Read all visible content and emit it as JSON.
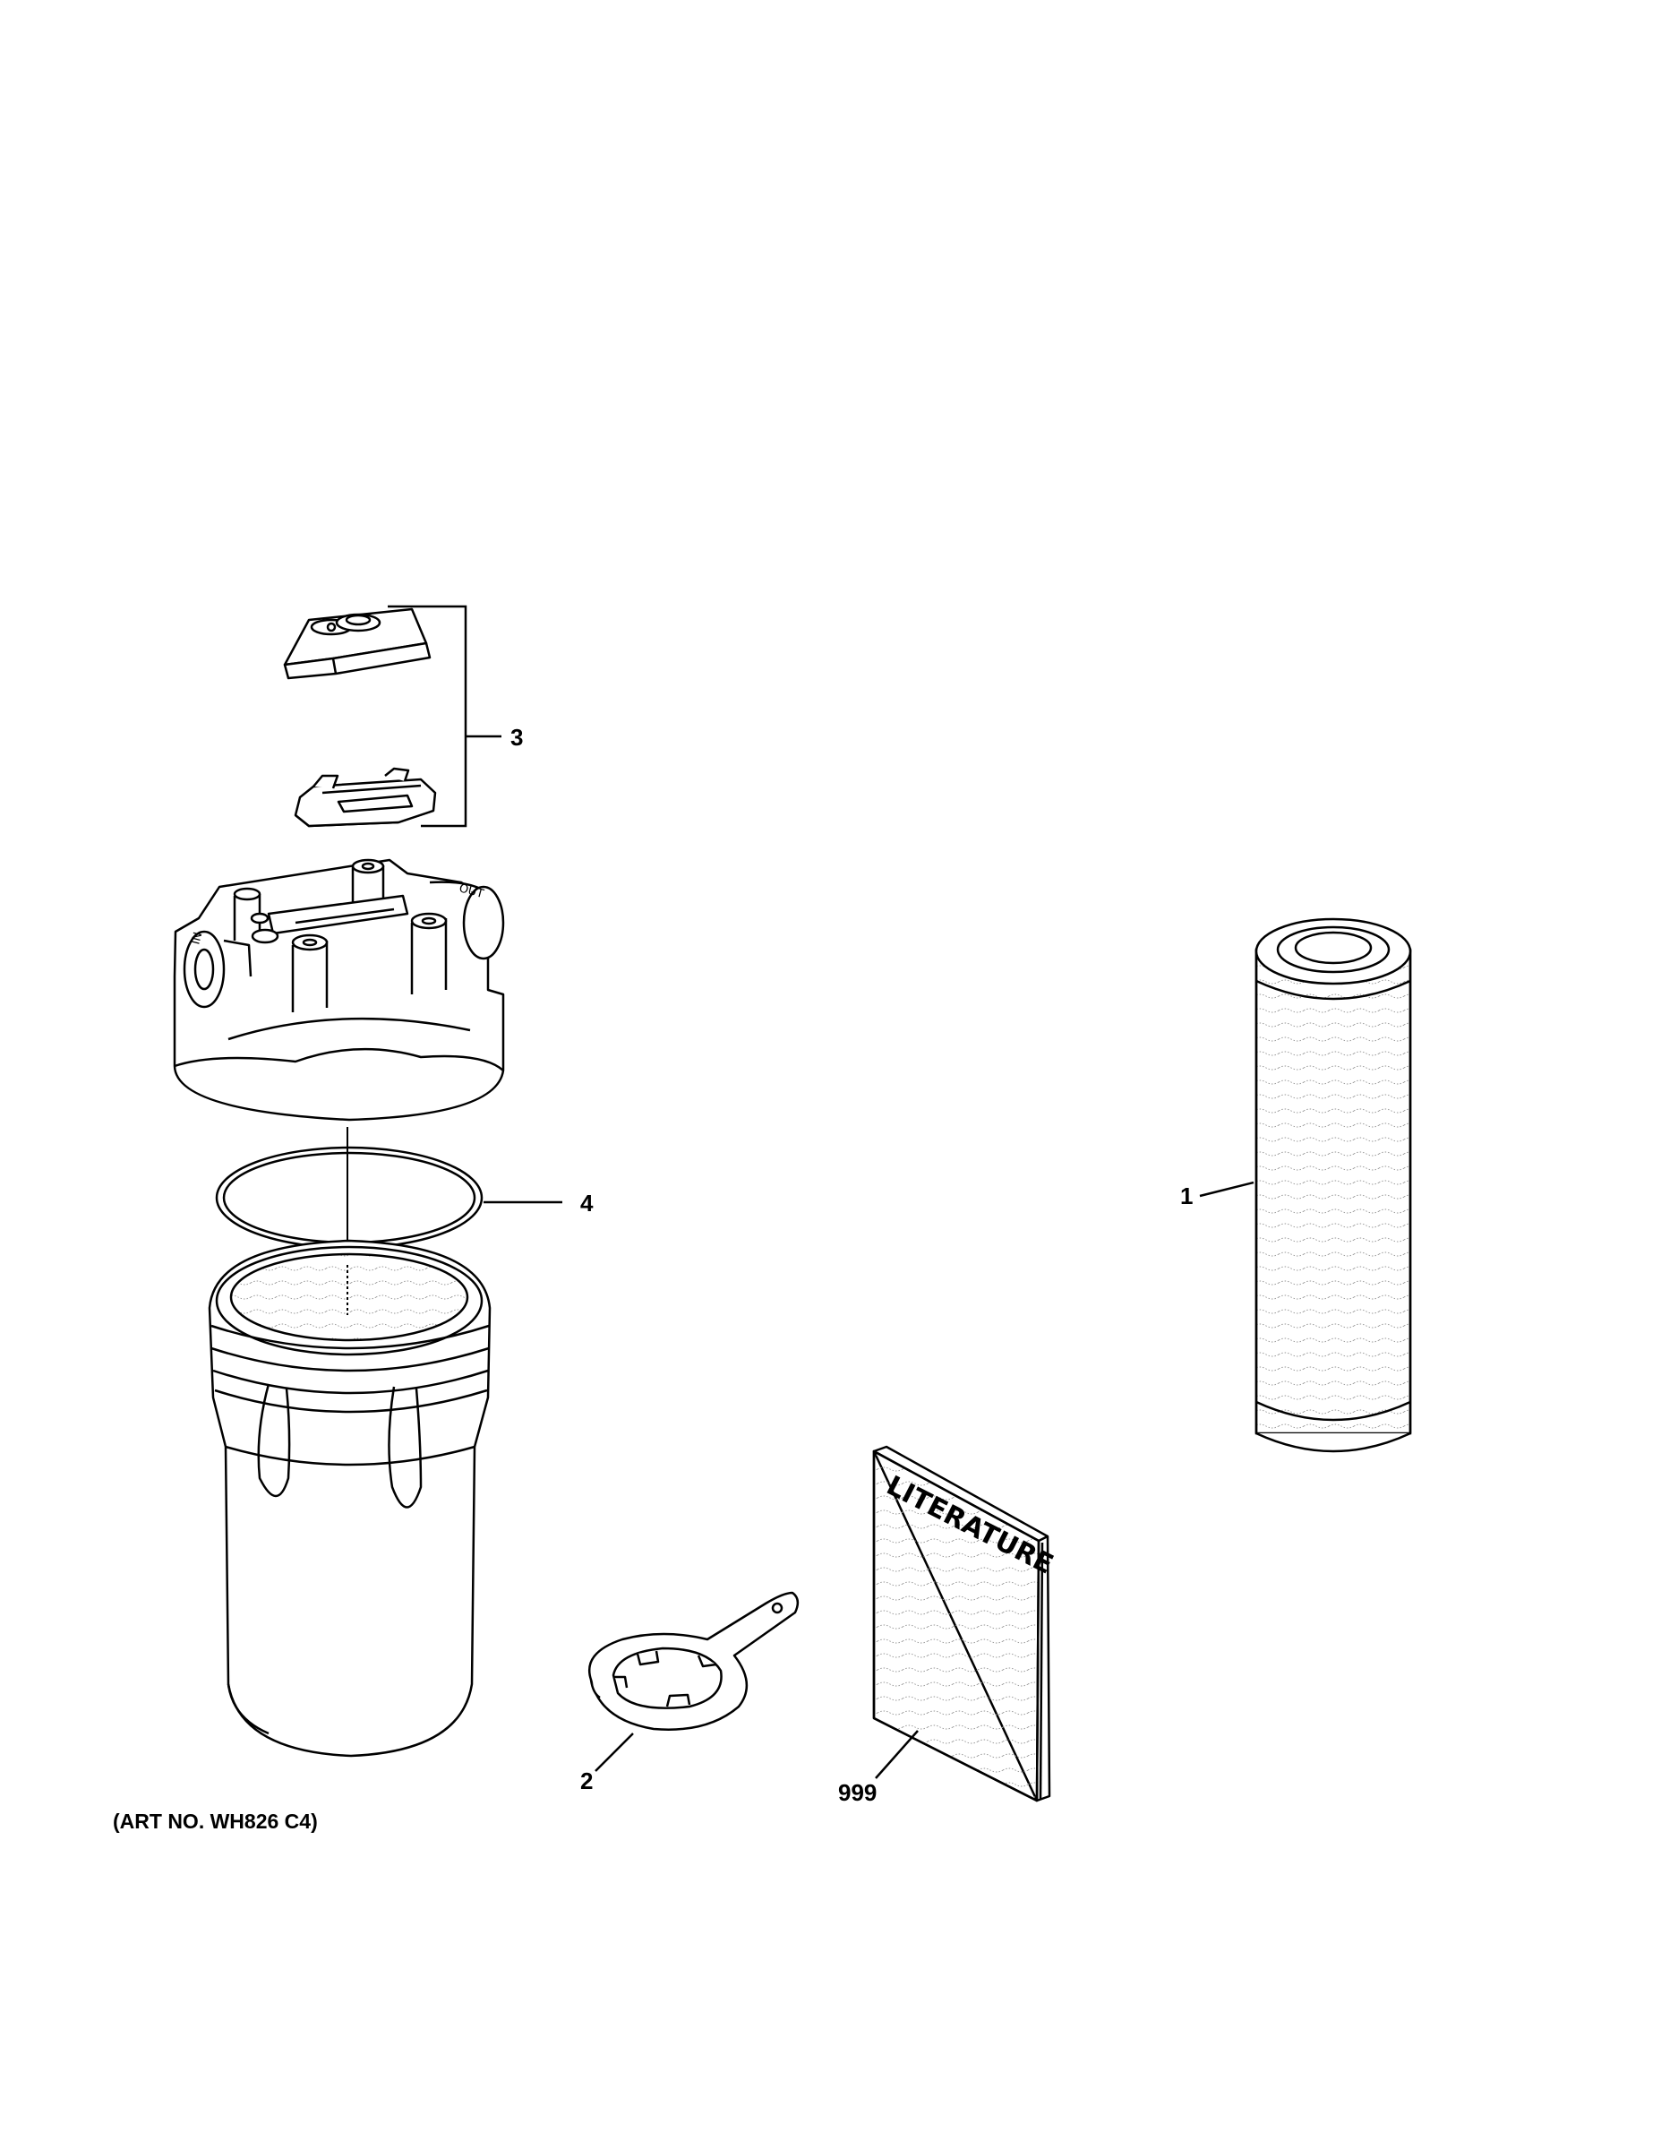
{
  "callouts": {
    "part_1": "1",
    "part_2": "2",
    "part_3": "3",
    "part_4": "4",
    "part_999": "999"
  },
  "literature_label": "LITERATURE",
  "head_marks": {
    "in": "IN",
    "out": "OUT"
  },
  "art_number": "(ART NO. WH826 C4)"
}
